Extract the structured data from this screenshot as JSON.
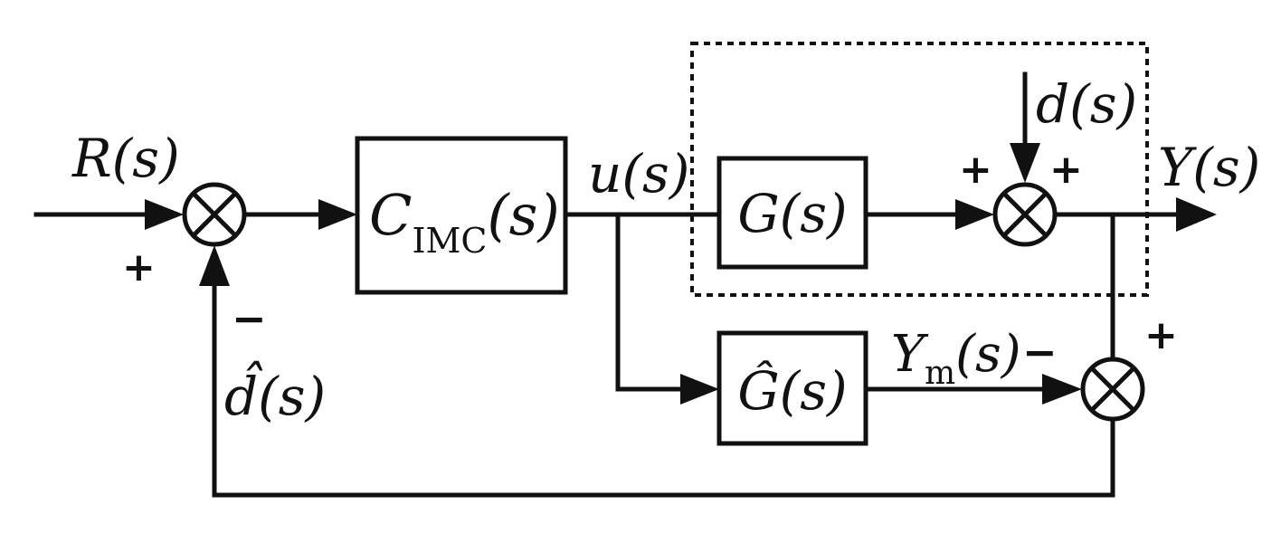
{
  "diagram": {
    "signals": {
      "reference": "R(s)",
      "control": "u(s)",
      "disturbance": "d(s)",
      "output": "Y(s)",
      "model_output_var": "Y",
      "model_output_sub": "m",
      "model_output_arg": "(s)",
      "estimated_disturbance": "d̂(s)"
    },
    "blocks": {
      "controller_var": "C",
      "controller_sub": "IMC",
      "controller_arg": "(s)",
      "plant": "G(s)",
      "model": "Ĝ(s)"
    },
    "signs": {
      "ref_plus": "+",
      "feedback_minus": "−",
      "plant_plus": "+",
      "disturbance_plus": "+",
      "output_plus": "+",
      "model_minus": "−"
    }
  }
}
